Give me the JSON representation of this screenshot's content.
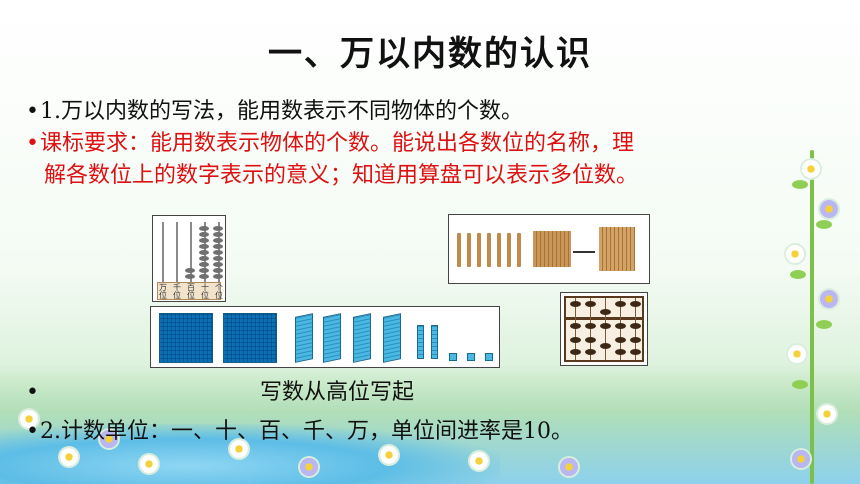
{
  "slide": {
    "title": "一、万以内数的认识",
    "bullet": "•",
    "lines": [
      "1.万以内数的写法，能用数表示不同物体的个数。",
      "课标要求：能用数表示物体的个数。能说出各数位的名称，理",
      "解各数位上的数字表示的意义；知道用算盘可以表示多位数。",
      "写数从高位写起",
      "2.计数单位：一、十、百、千、万，单位间进率是10。"
    ],
    "abacus_labels": [
      [
        "万",
        "位"
      ],
      [
        "千",
        "位"
      ],
      [
        "百",
        "位"
      ],
      [
        "十",
        "位"
      ],
      [
        "个",
        "位"
      ]
    ],
    "colors": {
      "title": "#111111",
      "body": "#111111",
      "requirement": "#dd1111",
      "accent_blue": "#35a9d6"
    }
  }
}
